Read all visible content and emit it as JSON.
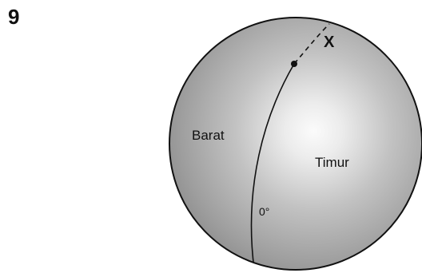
{
  "question": {
    "number": "9"
  },
  "globe": {
    "labels": {
      "west": "Barat",
      "east": "Timur",
      "meridian": "0°",
      "point": "X"
    }
  }
}
